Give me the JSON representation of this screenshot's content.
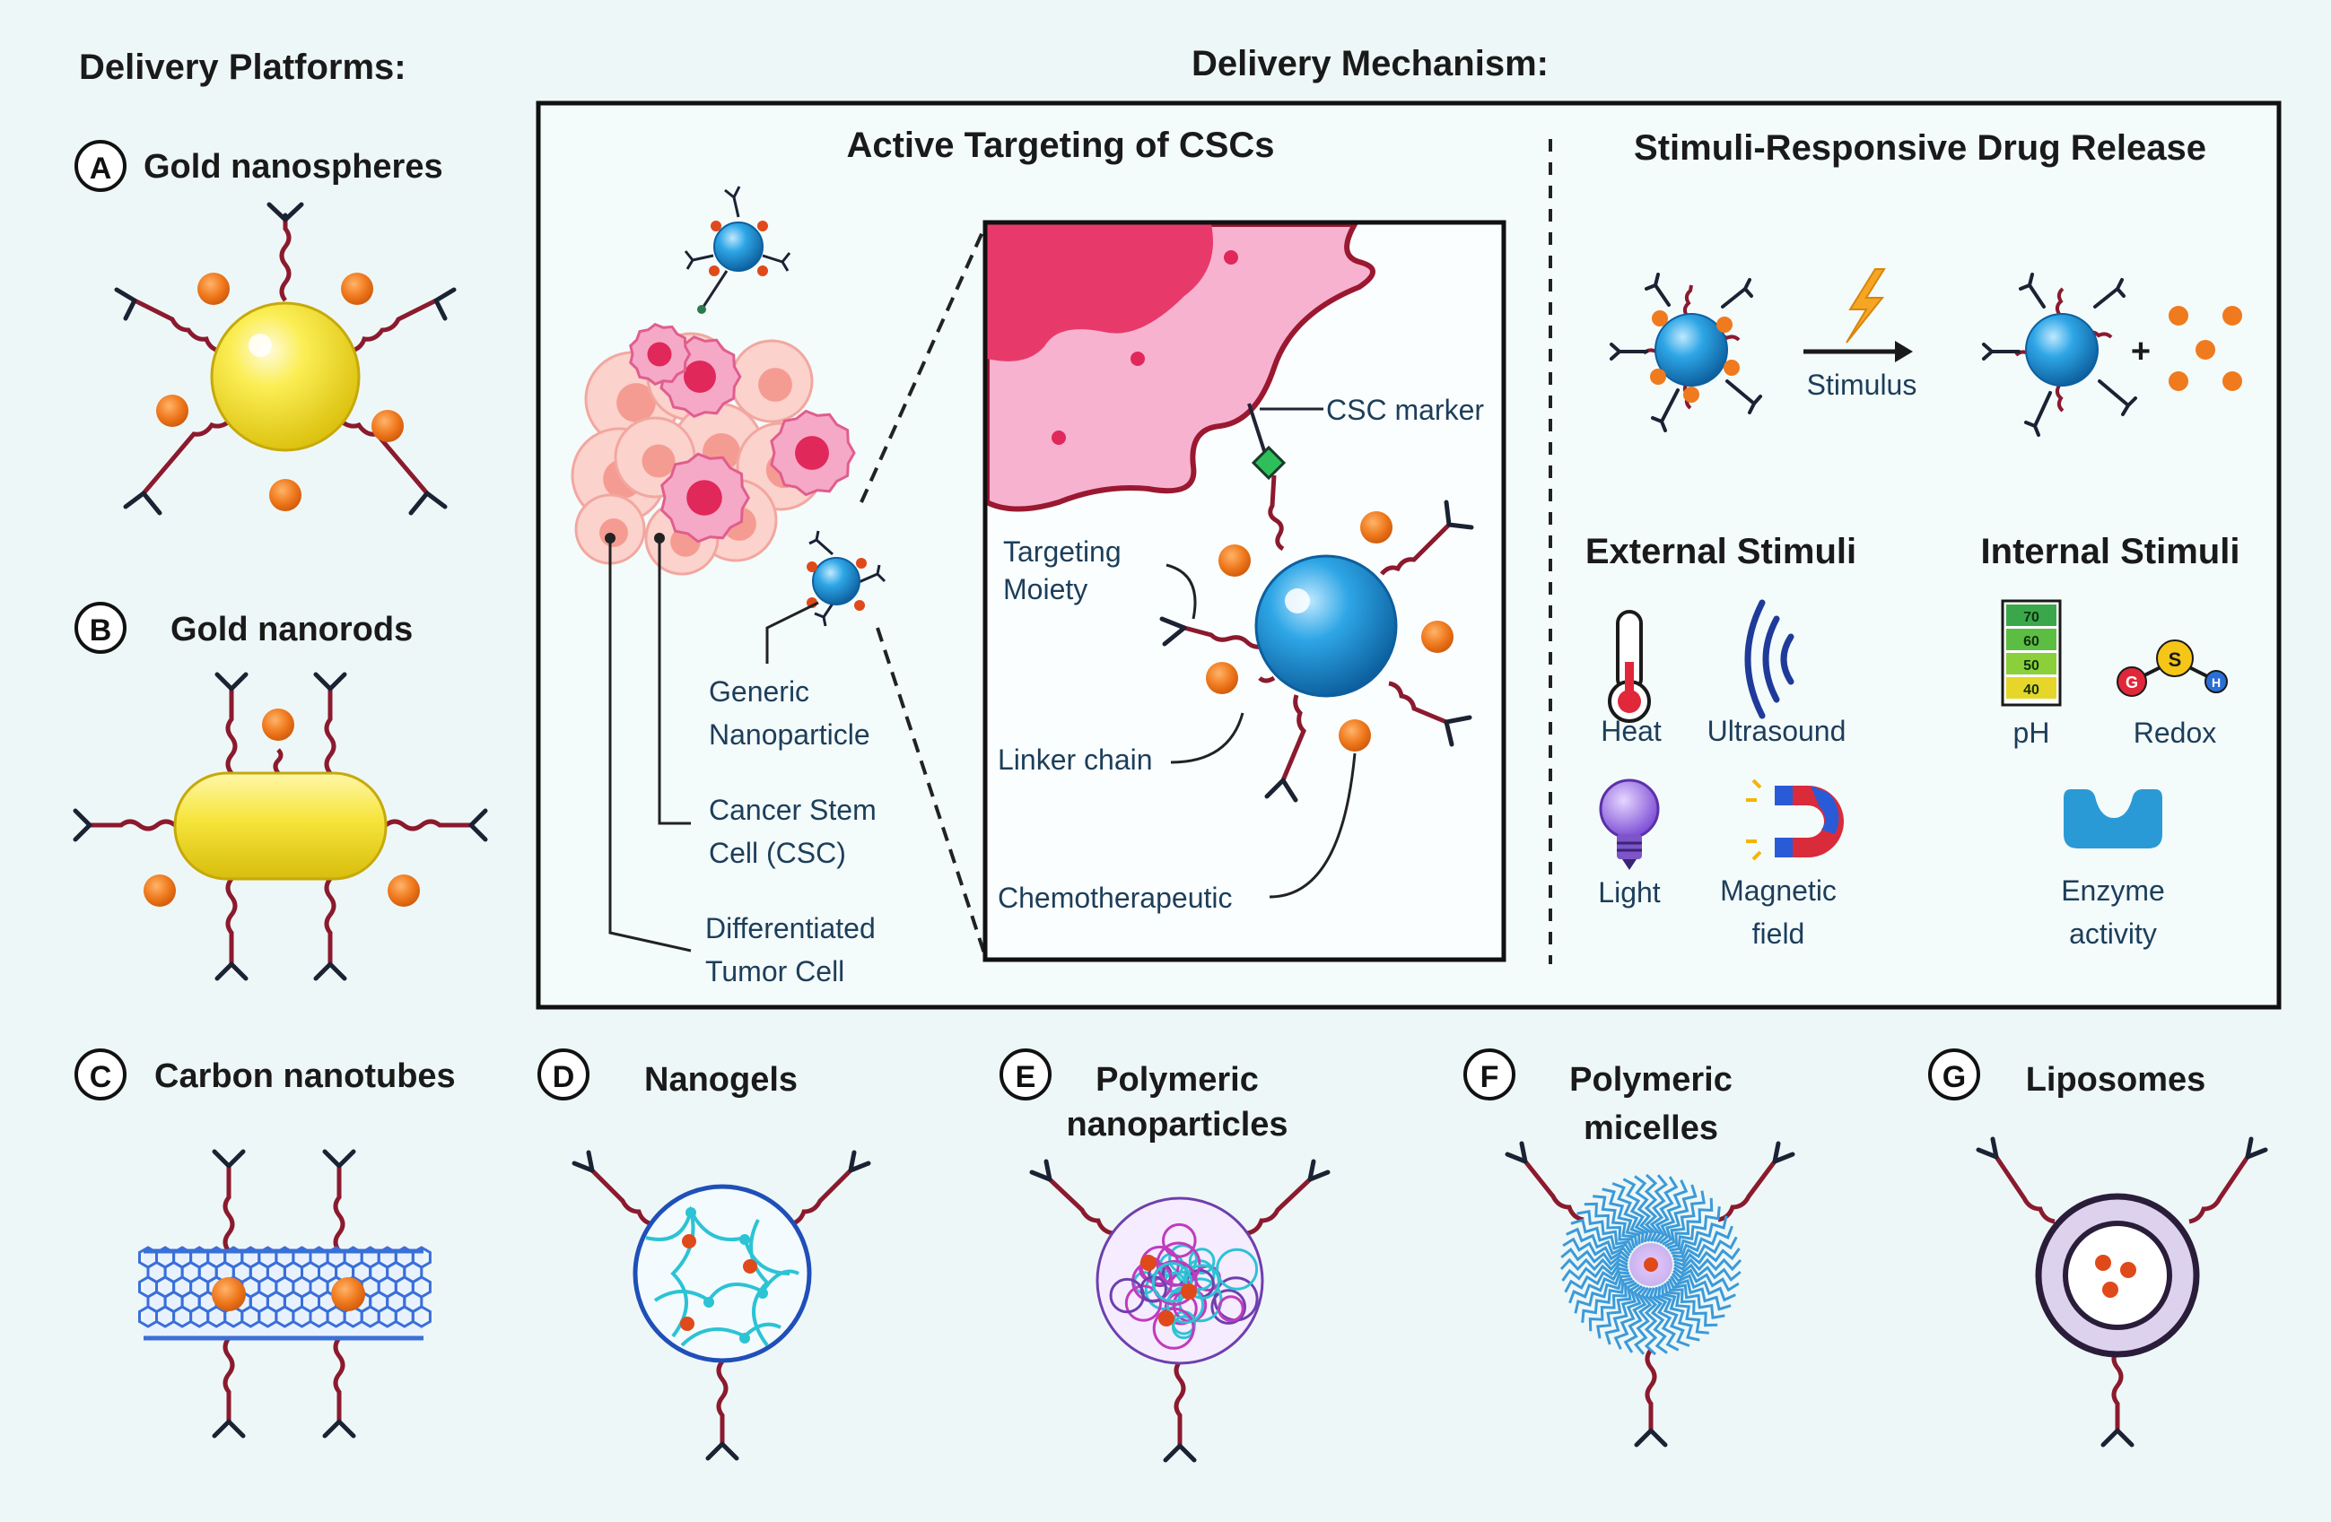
{
  "colors": {
    "background": "#eef7f7",
    "panel": "#f3fafa",
    "border": "#111111",
    "gold": "#f4e33a",
    "drug": "#f07a1e",
    "linker": "#8b1a2e",
    "antibody": "#1b2233",
    "nanoparticle": "#2a9ad6",
    "tumor_light": "#f7c4c0",
    "tumor_dark": "#f06a8c",
    "cell_pink": "#f6a9c6",
    "cell_nucleus": "#e0285a",
    "tube": "#3a6fd8",
    "gel_net": "#2cc3d4",
    "micelle": "#3b9ad9",
    "liposome": "#2a1d3a",
    "text": "#1a1a1a",
    "label_blue": "#1c3e5a"
  },
  "headers": {
    "platforms": "Delivery Platforms:",
    "mechanism": "Delivery Mechanism:"
  },
  "platforms": {
    "a": {
      "letter": "A",
      "label": "Gold nanospheres"
    },
    "b": {
      "letter": "B",
      "label": "Gold nanorods"
    },
    "c": {
      "letter": "C",
      "label": "Carbon nanotubes"
    },
    "d": {
      "letter": "D",
      "label": "Nanogels"
    },
    "e": {
      "letter": "E",
      "label_line1": "Polymeric",
      "label_line2": "nanoparticles"
    },
    "f": {
      "letter": "F",
      "label_line1": "Polymeric",
      "label_line2": "micelles"
    },
    "g": {
      "letter": "G",
      "label": "Liposomes"
    }
  },
  "active_targeting": {
    "title": "Active Targeting of CSCs",
    "csc_marker": "CSC marker",
    "targeting_moiety_line1": "Targeting",
    "targeting_moiety_line2": "Moiety",
    "linker_chain": "Linker chain",
    "chemotherapeutic": "Chemotherapeutic",
    "generic_np_line1": "Generic",
    "generic_np_line2": "Nanoparticle",
    "csc_line1": "Cancer Stem",
    "csc_line2": "Cell (CSC)",
    "diff_line1": "Differentiated",
    "diff_line2": "Tumor Cell"
  },
  "stimuli": {
    "title": "Stimuli-Responsive Drug Release",
    "stimulus_label": "Stimulus",
    "plus": "+",
    "external_title": "External Stimuli",
    "internal_title": "Internal Stimuli",
    "heat": "Heat",
    "ultrasound": "Ultrasound",
    "light": "Light",
    "magnetic_line1": "Magnetic",
    "magnetic_line2": "field",
    "ph": "pH",
    "redox": "Redox",
    "enzyme_line1": "Enzyme",
    "enzyme_line2": "activity",
    "ph_scale": [
      "70",
      "60",
      "50",
      "40"
    ],
    "redox_atoms": [
      "G",
      "S",
      "H"
    ]
  }
}
